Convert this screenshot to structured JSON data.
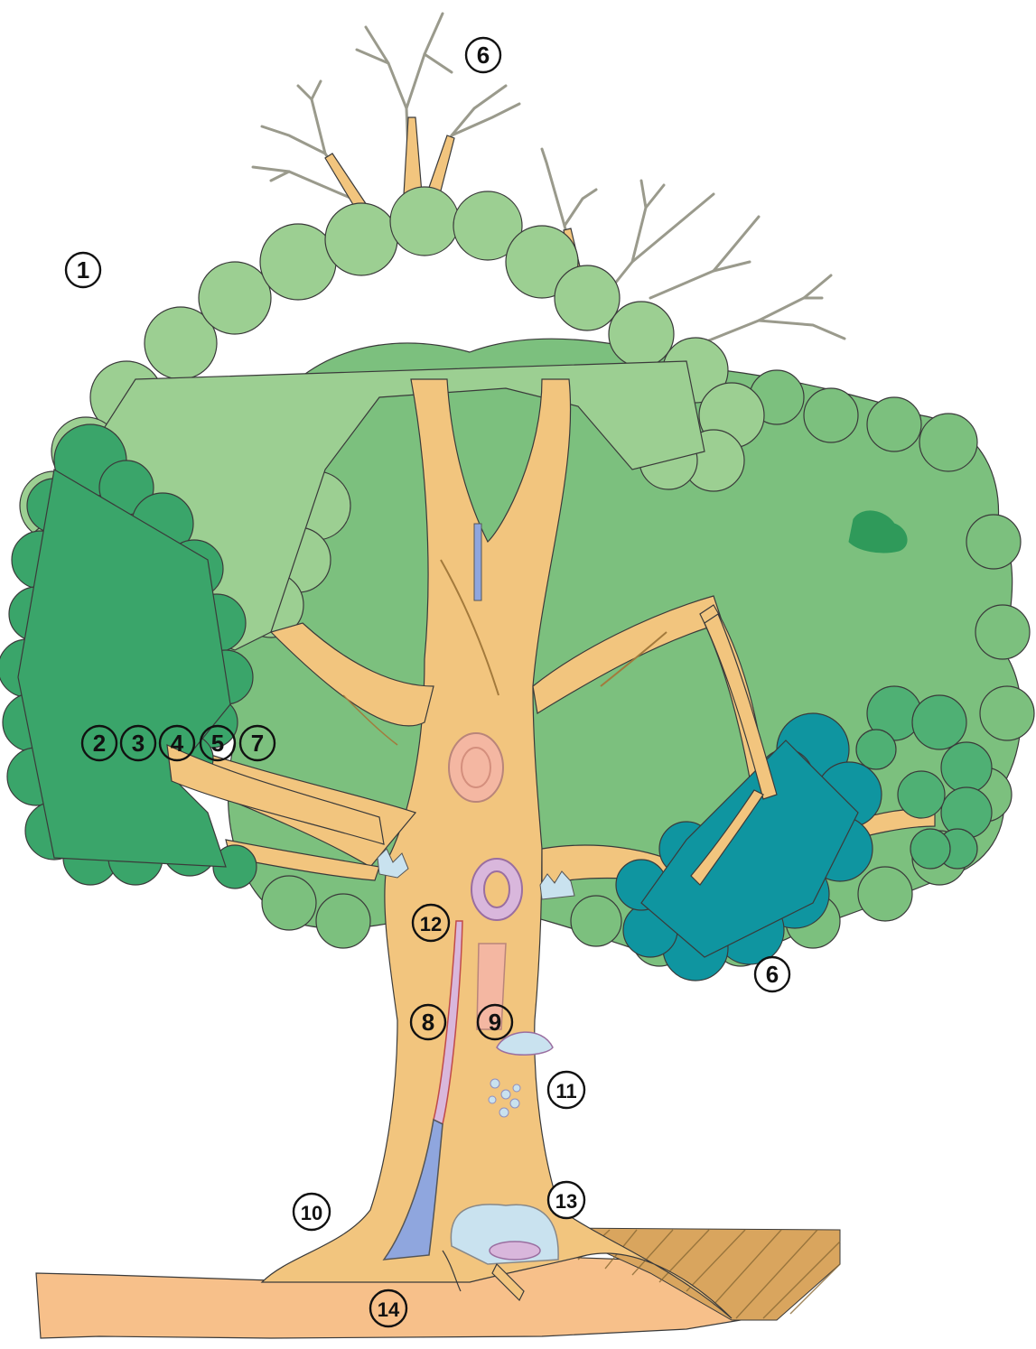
{
  "colors": {
    "background": "#ffffff",
    "canopy_light": "#9ccf92",
    "canopy_mid": "#7cc07e",
    "canopy_dark": "#3aa56a",
    "canopy_darker": "#4fb074",
    "canopy_teal": "#0f95a0",
    "trunk": "#f2c57e",
    "ground": "#f7c08a",
    "dead_branch": "#a8a89a",
    "wound_pink": "#f4b7a2",
    "canker_lilac": "#d9b7dc",
    "cavity_blue": "#8fa6de",
    "fungus_blue": "#c9e2ef"
  },
  "markers": [
    {
      "id": "m1",
      "label": "1"
    },
    {
      "id": "m2",
      "label": "2"
    },
    {
      "id": "m3",
      "label": "3"
    },
    {
      "id": "m4",
      "label": "4"
    },
    {
      "id": "m5",
      "label": "5"
    },
    {
      "id": "m7",
      "label": "7"
    },
    {
      "id": "m6a",
      "label": "6"
    },
    {
      "id": "m6b",
      "label": "6"
    },
    {
      "id": "m8",
      "label": "8"
    },
    {
      "id": "m9",
      "label": "9"
    },
    {
      "id": "m10",
      "label": "10"
    },
    {
      "id": "m11",
      "label": "11"
    },
    {
      "id": "m12",
      "label": "12"
    },
    {
      "id": "m13",
      "label": "13"
    },
    {
      "id": "m14",
      "label": "14"
    }
  ]
}
